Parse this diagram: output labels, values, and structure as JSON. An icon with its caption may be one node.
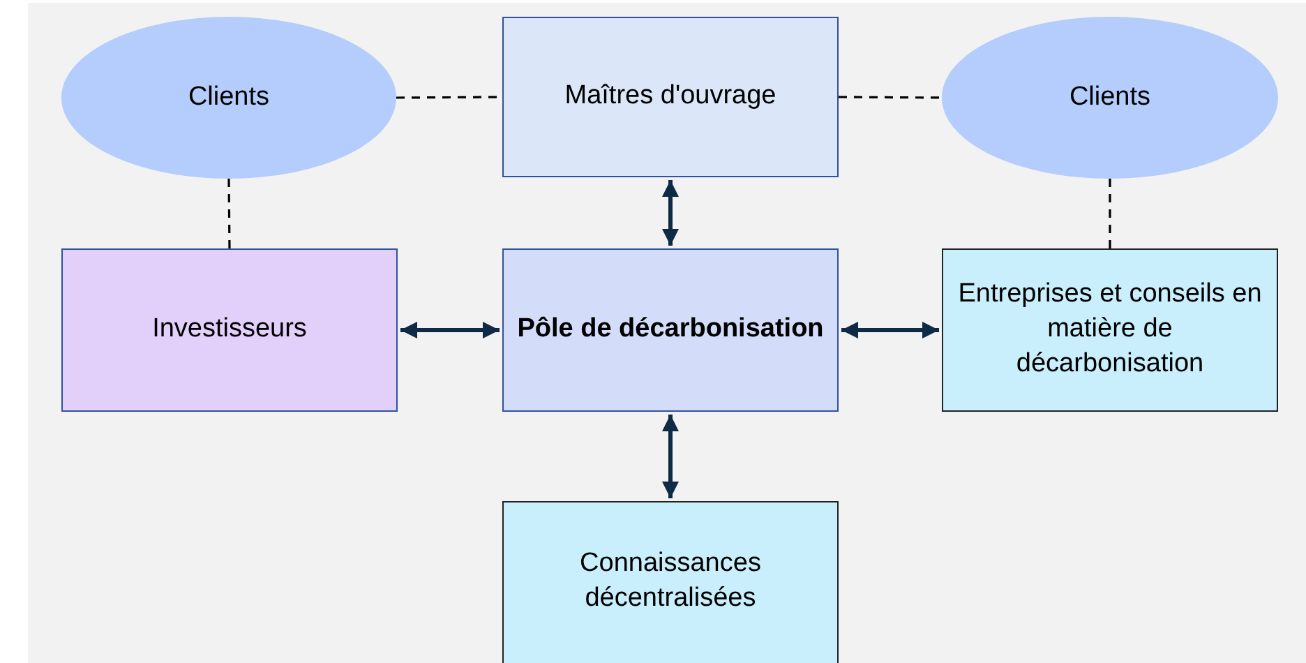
{
  "diagram": {
    "nodes": [
      {
        "text": [
          "Clients"
        ]
      },
      {
        "text": [
          "Maîtres d'ouvrage"
        ]
      },
      {
        "text": [
          "Clients"
        ]
      },
      {
        "text": [
          "Investisseurs"
        ]
      },
      {
        "text": [
          "Pôle de décarbonisation"
        ]
      },
      {
        "text": [
          "Entreprises et conseils en matière de décarbonisation"
        ]
      },
      {
        "text": [
          "Connaissances décentralisées"
        ]
      }
    ],
    "edges": [
      {
        "from": 0,
        "to": 1,
        "arrow": "none",
        "style": "dashed"
      },
      {
        "from": 1,
        "to": 2,
        "arrow": "none",
        "style": "dashed"
      },
      {
        "from": 0,
        "to": 3,
        "arrow": "none",
        "style": "dashed"
      },
      {
        "from": 2,
        "to": 5,
        "arrow": "none",
        "style": "dashed"
      },
      {
        "from": 1,
        "to": 4,
        "arrow": "both"
      },
      {
        "from": 3,
        "to": 4,
        "arrow": "both"
      },
      {
        "from": 4,
        "to": 5,
        "arrow": "both"
      },
      {
        "from": 4,
        "to": 6,
        "arrow": "both"
      }
    ]
  }
}
